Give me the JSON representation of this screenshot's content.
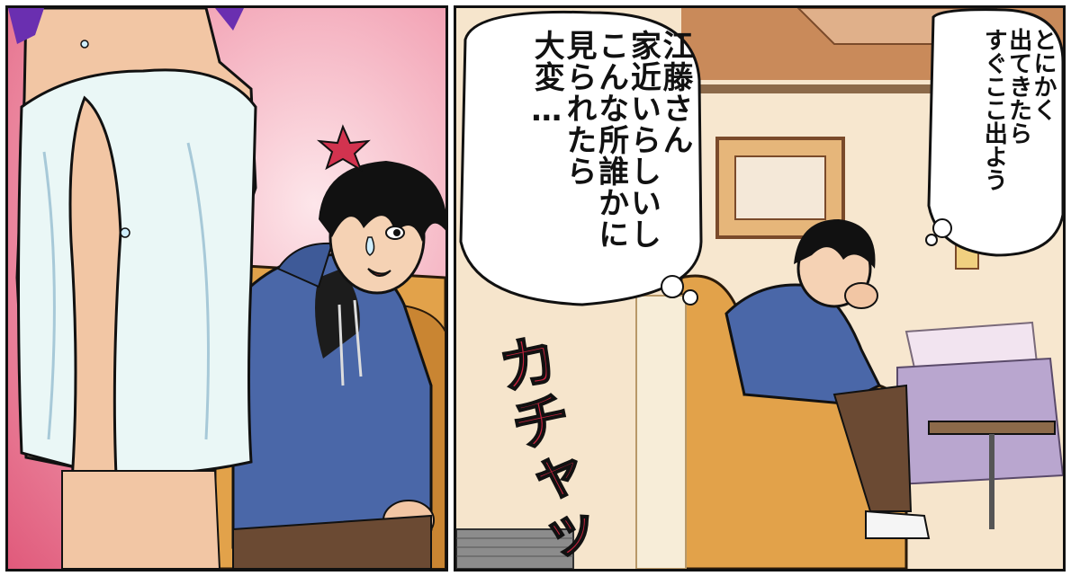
{
  "panels": {
    "right": {
      "bubble_left": {
        "lines": [
          "江藤さん",
          "家近いらしいし",
          "こんな所誰かに",
          "見られたら",
          "大変…"
        ]
      },
      "bubble_right": {
        "lines": [
          "とにかく",
          "出てきたら",
          "すぐここ出よう"
        ]
      },
      "sound_effect": "カチャッ"
    }
  },
  "colors": {
    "hoodie": "#4a67a8",
    "sofa": "#e2a24a",
    "towel": "#eaf7f6",
    "background_pink": "#e05a7b",
    "sfx": "#c8233f"
  }
}
